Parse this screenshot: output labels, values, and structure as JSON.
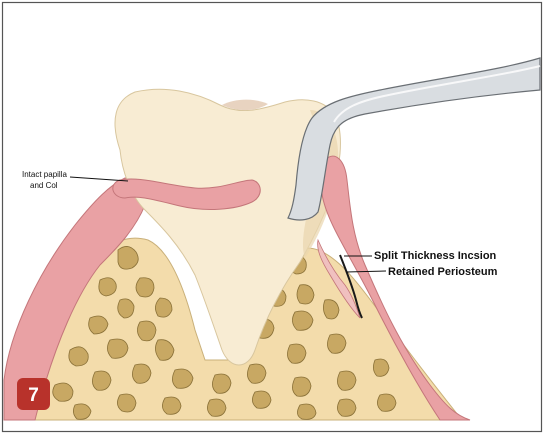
{
  "figure": {
    "number": "7",
    "labels": {
      "papilla_line1": "Intact papilla",
      "papilla_line2": "and Col",
      "incision": "Split Thickness Incsion",
      "periosteum": "Retained Periosteum"
    }
  },
  "colors": {
    "bone": "#f3dcab",
    "bone_spots": "#c8a863",
    "gum": "#e9a1a4",
    "tooth": "#f8ecd3",
    "instrument": "#d9dde1",
    "badge": "#b8322b",
    "frame": "#555555"
  }
}
